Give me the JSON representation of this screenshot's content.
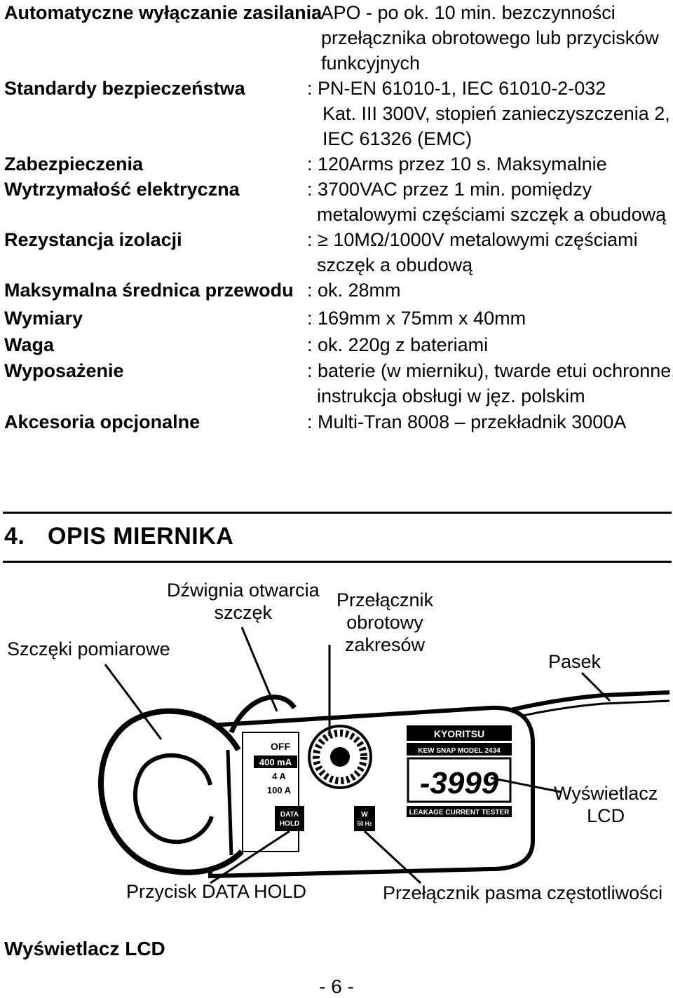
{
  "specs": [
    {
      "label": "Automatyczne wyłączanie zasilania",
      "value": [
        ": APO - po ok. 10 min. bezczynności",
        "przełącznika obrotowego lub przycisków",
        "funkcyjnych"
      ]
    },
    {
      "label": "Standardy bezpieczeństwa",
      "value": [
        ": PN-EN 61010-1, IEC 61010-2-032",
        "Kat. III 300V, stopień zanieczyszczenia 2,",
        "IEC 61326 (EMC)"
      ]
    },
    {
      "label": "Zabezpieczenia",
      "value": [
        ": 120Arms przez 10 s. Maksymalnie"
      ]
    },
    {
      "label": "Wytrzymałość elektryczna",
      "value": [
        ": 3700VAC przez 1 min. pomiędzy",
        "metalowymi częściami szczęk a obudową"
      ]
    },
    {
      "label": "Rezystancja izolacji",
      "value": [
        ": ≥ 10MΩ/1000V metalowymi częściami",
        "szczęk a obudową"
      ]
    },
    {
      "label": "Maksymalna średnica przewodu",
      "value": [
        ": ok. 28mm"
      ]
    },
    {
      "label": "Wymiary",
      "value": [
        ": 169mm x 75mm x 40mm"
      ]
    },
    {
      "label": "Waga",
      "value": [
        ": ok. 220g z bateriami"
      ]
    },
    {
      "label": "Wyposażenie",
      "value": [
        ": baterie (w mierniku), twarde etui ochronne,",
        "instrukcja obsługi w jęz. polskim"
      ]
    },
    {
      "label": "Akcesoria opcjonalne",
      "value": [
        ": Multi-Tran 8008 – przekładnik 3000A"
      ]
    }
  ],
  "section": {
    "number": "4.",
    "title": "OPIS MIERNIKA"
  },
  "figure": {
    "annotations": {
      "jaws": "Szczęki pomiarowe",
      "lever": [
        "Dźwignia otwarcia",
        "szczęk"
      ],
      "rotary": [
        "Przełącznik",
        "obrotowy",
        "zakresów"
      ],
      "strap": "Pasek",
      "lcd": [
        "Wyświetlacz",
        "LCD"
      ],
      "data_hold": "Przycisk DATA HOLD",
      "freq": "Przełącznik pasma częstotliwości"
    },
    "device": {
      "brand": "KYORITSU",
      "model": "KEW SNAP MODEL 2434",
      "display": "-3999",
      "panel_label": "LEAKAGE CURRENT TESTER",
      "ranges": [
        "OFF",
        "400 mA",
        "4 A",
        "100 A"
      ],
      "btn_hold": [
        "DATA",
        "HOLD"
      ],
      "btn_freq": [
        "W",
        "50 Hz"
      ]
    }
  },
  "footer": {
    "title": "Wyświetlacz LCD",
    "page": "- 6 -"
  }
}
